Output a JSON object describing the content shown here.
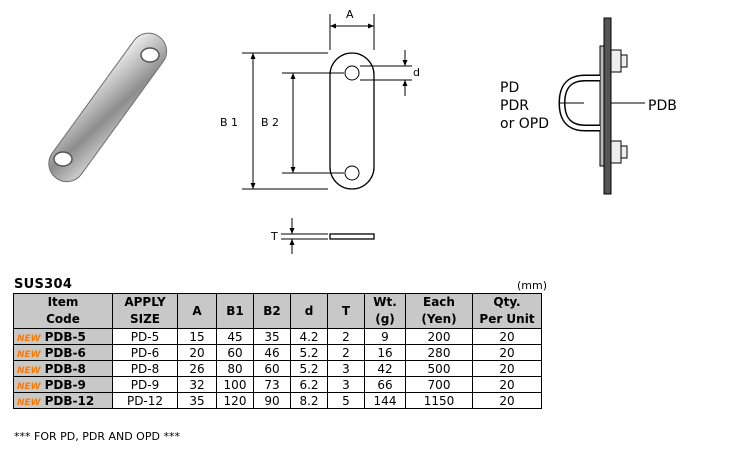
{
  "drawing": {
    "dim_a": "A",
    "dim_b1": "B 1",
    "dim_b2": "B 2",
    "dim_d": "d",
    "dim_t": "T"
  },
  "assembly": {
    "label_pd": "PD",
    "label_pdr": "PDR",
    "label_or_opd": "or OPD",
    "label_pdb": "PDB"
  },
  "material": "SUS304",
  "unit": "(mm)",
  "table": {
    "new_badge": "NEW",
    "headers": [
      [
        "Item",
        "Code"
      ],
      [
        "APPLY",
        "SIZE"
      ],
      [
        "A"
      ],
      [
        "B1"
      ],
      [
        "B2"
      ],
      [
        "d"
      ],
      [
        "T"
      ],
      [
        "Wt.",
        "(g)"
      ],
      [
        "Each",
        "(Yen)"
      ],
      [
        "Qty.",
        "Per Unit"
      ]
    ],
    "rows": [
      [
        "PDB-5",
        "PD-5",
        "15",
        "45",
        "35",
        "4.2",
        "2",
        "9",
        "200",
        "20"
      ],
      [
        "PDB-6",
        "PD-6",
        "20",
        "60",
        "46",
        "5.2",
        "2",
        "16",
        "280",
        "20"
      ],
      [
        "PDB-8",
        "PD-8",
        "26",
        "80",
        "60",
        "5.2",
        "3",
        "42",
        "500",
        "20"
      ],
      [
        "PDB-9",
        "PD-9",
        "32",
        "100",
        "73",
        "6.2",
        "3",
        "66",
        "700",
        "20"
      ],
      [
        "PDB-12",
        "PD-12",
        "35",
        "120",
        "90",
        "8.2",
        "5",
        "144",
        "1150",
        "20"
      ]
    ]
  },
  "footnote": "*** FOR PD, PDR AND OPD ***"
}
